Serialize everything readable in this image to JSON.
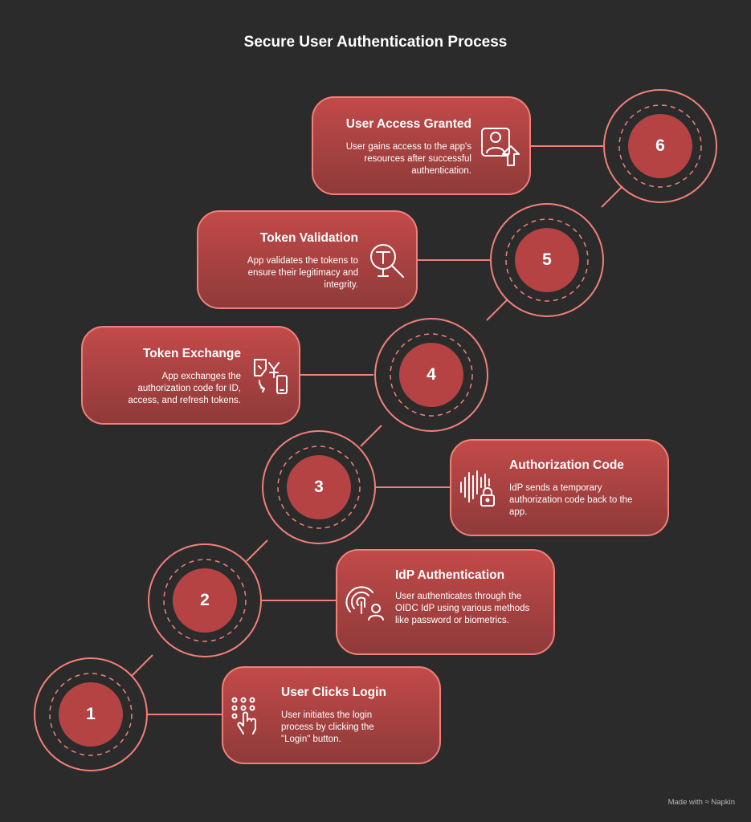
{
  "title": "Secure User Authentication Process",
  "steps": [
    {
      "number": "1",
      "title": "User Clicks Login",
      "description": "User initiates the login process by clicking the \"Login\" button.",
      "icon": "keypad-finger-icon"
    },
    {
      "number": "2",
      "title": "IdP Authentication",
      "description": "User authenticates through the OIDC IdP using various methods like password or biometrics.",
      "icon": "fingerprint-user-icon"
    },
    {
      "number": "3",
      "title": "Authorization Code",
      "description": "IdP sends a temporary authorization code back to the app.",
      "icon": "soundwave-lock-icon"
    },
    {
      "number": "4",
      "title": "Token Exchange",
      "description": "App exchanges the authorization code for ID, access, and refresh tokens.",
      "icon": "exchange-icon"
    },
    {
      "number": "5",
      "title": "Token Validation",
      "description": "App validates the tokens to ensure their legitimacy and integrity.",
      "icon": "token-search-icon"
    },
    {
      "number": "6",
      "title": "User Access Granted",
      "description": "User gains access to the app's resources after successful authentication.",
      "icon": "user-access-icon"
    }
  ],
  "footer": {
    "made_with": "Made with",
    "brand": "Napkin"
  },
  "colors": {
    "background": "#2b2b2b",
    "accent": "#f08078",
    "card_top": "#c24a49",
    "card_bottom": "#8f3a3a",
    "node_fill": "#b54343"
  }
}
